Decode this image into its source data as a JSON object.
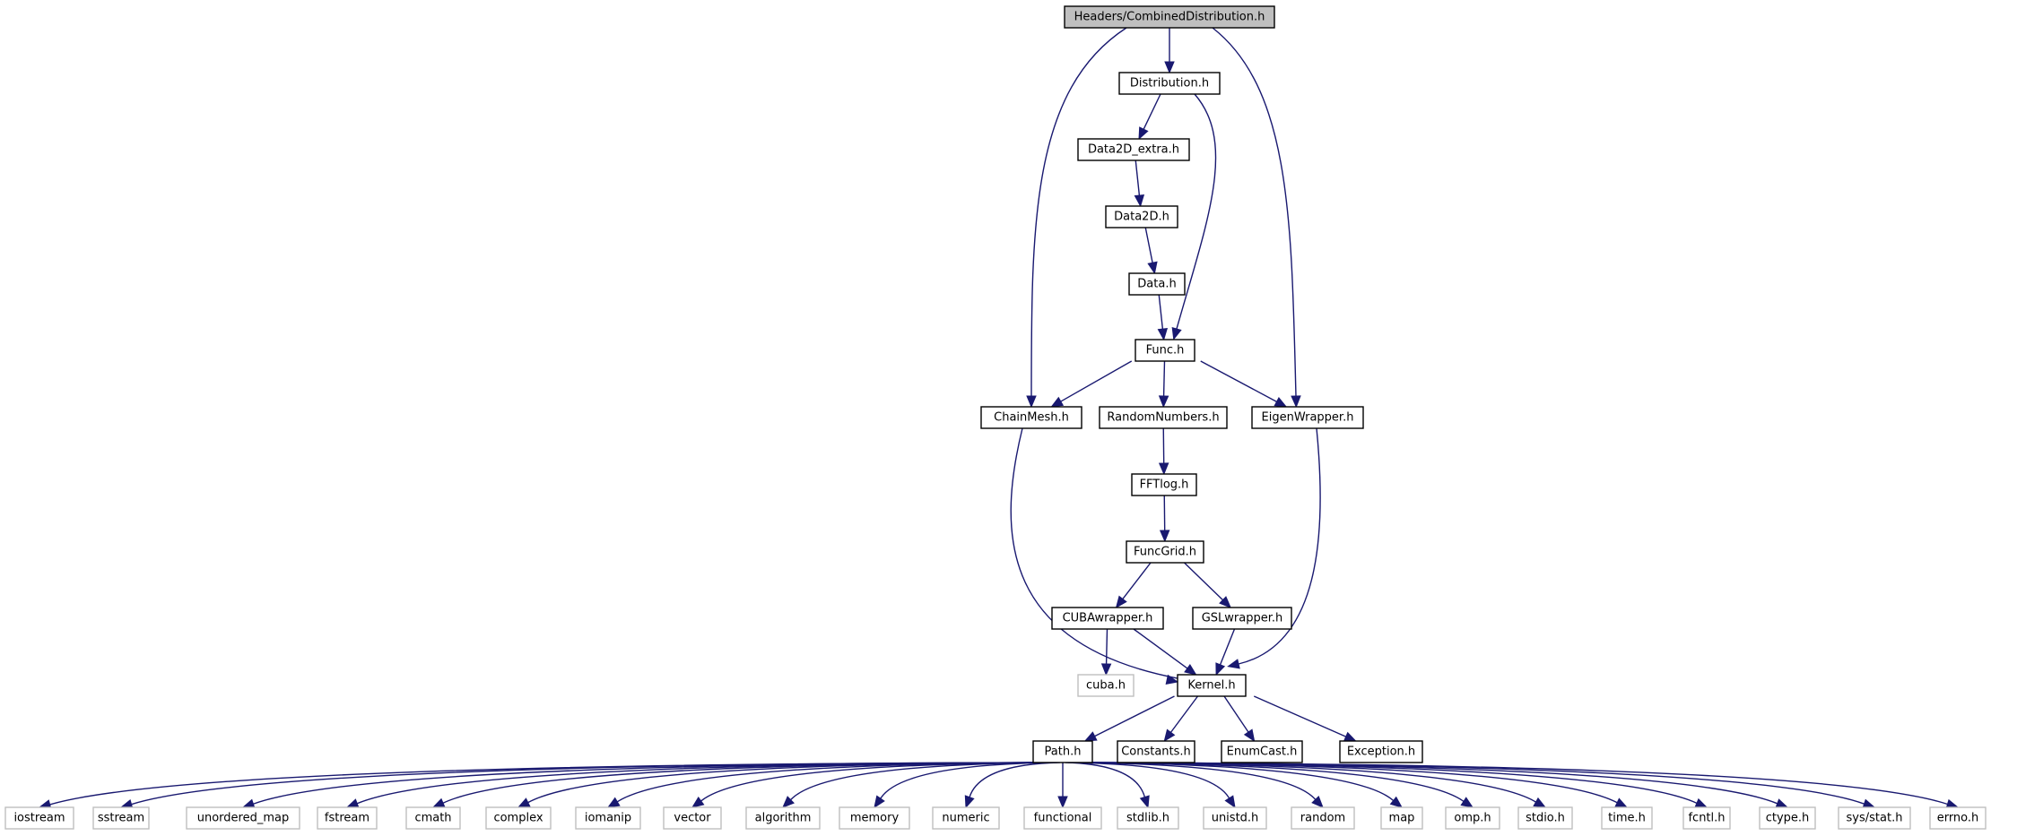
{
  "graph": {
    "colors": {
      "edge": "#191970",
      "node_border": "#000000",
      "external_border": "#bfbfbf",
      "root_fill": "#bfbfbf",
      "background": "#ffffff"
    },
    "nodes": [
      {
        "id": "combined",
        "label": "Headers/CombinedDistribution.h",
        "kind": "root"
      },
      {
        "id": "distribution",
        "label": "Distribution.h",
        "kind": "header"
      },
      {
        "id": "data2dextra",
        "label": "Data2D_extra.h",
        "kind": "header"
      },
      {
        "id": "data2d",
        "label": "Data2D.h",
        "kind": "header"
      },
      {
        "id": "data",
        "label": "Data.h",
        "kind": "header"
      },
      {
        "id": "func",
        "label": "Func.h",
        "kind": "header"
      },
      {
        "id": "chainmesh",
        "label": "ChainMesh.h",
        "kind": "header"
      },
      {
        "id": "randomnumbers",
        "label": "RandomNumbers.h",
        "kind": "header"
      },
      {
        "id": "eigenwrapper",
        "label": "EigenWrapper.h",
        "kind": "header"
      },
      {
        "id": "fftlog",
        "label": "FFTlog.h",
        "kind": "header"
      },
      {
        "id": "funcgrid",
        "label": "FuncGrid.h",
        "kind": "header"
      },
      {
        "id": "cubawrapper",
        "label": "CUBAwrapper.h",
        "kind": "header"
      },
      {
        "id": "gslwrapper",
        "label": "GSLwrapper.h",
        "kind": "header"
      },
      {
        "id": "cuba",
        "label": "cuba.h",
        "kind": "external"
      },
      {
        "id": "kernel",
        "label": "Kernel.h",
        "kind": "header"
      },
      {
        "id": "path",
        "label": "Path.h",
        "kind": "header"
      },
      {
        "id": "constants",
        "label": "Constants.h",
        "kind": "header"
      },
      {
        "id": "enumcast",
        "label": "EnumCast.h",
        "kind": "header"
      },
      {
        "id": "exception",
        "label": "Exception.h",
        "kind": "header"
      },
      {
        "id": "iostream",
        "label": "iostream",
        "kind": "external"
      },
      {
        "id": "sstream",
        "label": "sstream",
        "kind": "external"
      },
      {
        "id": "unordered_map",
        "label": "unordered_map",
        "kind": "external"
      },
      {
        "id": "fstream",
        "label": "fstream",
        "kind": "external"
      },
      {
        "id": "cmath",
        "label": "cmath",
        "kind": "external"
      },
      {
        "id": "complex",
        "label": "complex",
        "kind": "external"
      },
      {
        "id": "iomanip",
        "label": "iomanip",
        "kind": "external"
      },
      {
        "id": "vector",
        "label": "vector",
        "kind": "external"
      },
      {
        "id": "algorithm",
        "label": "algorithm",
        "kind": "external"
      },
      {
        "id": "memory",
        "label": "memory",
        "kind": "external"
      },
      {
        "id": "numeric",
        "label": "numeric",
        "kind": "external"
      },
      {
        "id": "functional",
        "label": "functional",
        "kind": "external"
      },
      {
        "id": "stdlib",
        "label": "stdlib.h",
        "kind": "external"
      },
      {
        "id": "unistd",
        "label": "unistd.h",
        "kind": "external"
      },
      {
        "id": "random",
        "label": "random",
        "kind": "external"
      },
      {
        "id": "map",
        "label": "map",
        "kind": "external"
      },
      {
        "id": "omp",
        "label": "omp.h",
        "kind": "external"
      },
      {
        "id": "stdio",
        "label": "stdio.h",
        "kind": "external"
      },
      {
        "id": "time",
        "label": "time.h",
        "kind": "external"
      },
      {
        "id": "fcntl",
        "label": "fcntl.h",
        "kind": "external"
      },
      {
        "id": "ctype",
        "label": "ctype.h",
        "kind": "external"
      },
      {
        "id": "sysstat",
        "label": "sys/stat.h",
        "kind": "external"
      },
      {
        "id": "errno",
        "label": "errno.h",
        "kind": "external"
      }
    ],
    "edges": [
      [
        "combined",
        "distribution"
      ],
      [
        "combined",
        "chainmesh"
      ],
      [
        "combined",
        "eigenwrapper"
      ],
      [
        "distribution",
        "data2dextra"
      ],
      [
        "distribution",
        "func"
      ],
      [
        "data2dextra",
        "data2d"
      ],
      [
        "data2d",
        "data"
      ],
      [
        "data",
        "func"
      ],
      [
        "func",
        "chainmesh"
      ],
      [
        "func",
        "randomnumbers"
      ],
      [
        "func",
        "eigenwrapper"
      ],
      [
        "chainmesh",
        "kernel"
      ],
      [
        "randomnumbers",
        "fftlog"
      ],
      [
        "fftlog",
        "funcgrid"
      ],
      [
        "funcgrid",
        "cubawrapper"
      ],
      [
        "funcgrid",
        "gslwrapper"
      ],
      [
        "cubawrapper",
        "cuba"
      ],
      [
        "cubawrapper",
        "kernel"
      ],
      [
        "gslwrapper",
        "kernel"
      ],
      [
        "eigenwrapper",
        "kernel"
      ],
      [
        "kernel",
        "path"
      ],
      [
        "kernel",
        "constants"
      ],
      [
        "kernel",
        "enumcast"
      ],
      [
        "kernel",
        "exception"
      ],
      [
        "path",
        "iostream"
      ],
      [
        "path",
        "sstream"
      ],
      [
        "path",
        "unordered_map"
      ],
      [
        "path",
        "fstream"
      ],
      [
        "path",
        "cmath"
      ],
      [
        "path",
        "complex"
      ],
      [
        "path",
        "iomanip"
      ],
      [
        "path",
        "vector"
      ],
      [
        "path",
        "algorithm"
      ],
      [
        "path",
        "memory"
      ],
      [
        "path",
        "numeric"
      ],
      [
        "path",
        "functional"
      ],
      [
        "path",
        "stdlib"
      ],
      [
        "path",
        "unistd"
      ],
      [
        "path",
        "random"
      ],
      [
        "path",
        "map"
      ],
      [
        "path",
        "omp"
      ],
      [
        "path",
        "stdio"
      ],
      [
        "path",
        "time"
      ],
      [
        "path",
        "fcntl"
      ],
      [
        "path",
        "ctype"
      ],
      [
        "path",
        "sysstat"
      ],
      [
        "path",
        "errno"
      ]
    ]
  }
}
